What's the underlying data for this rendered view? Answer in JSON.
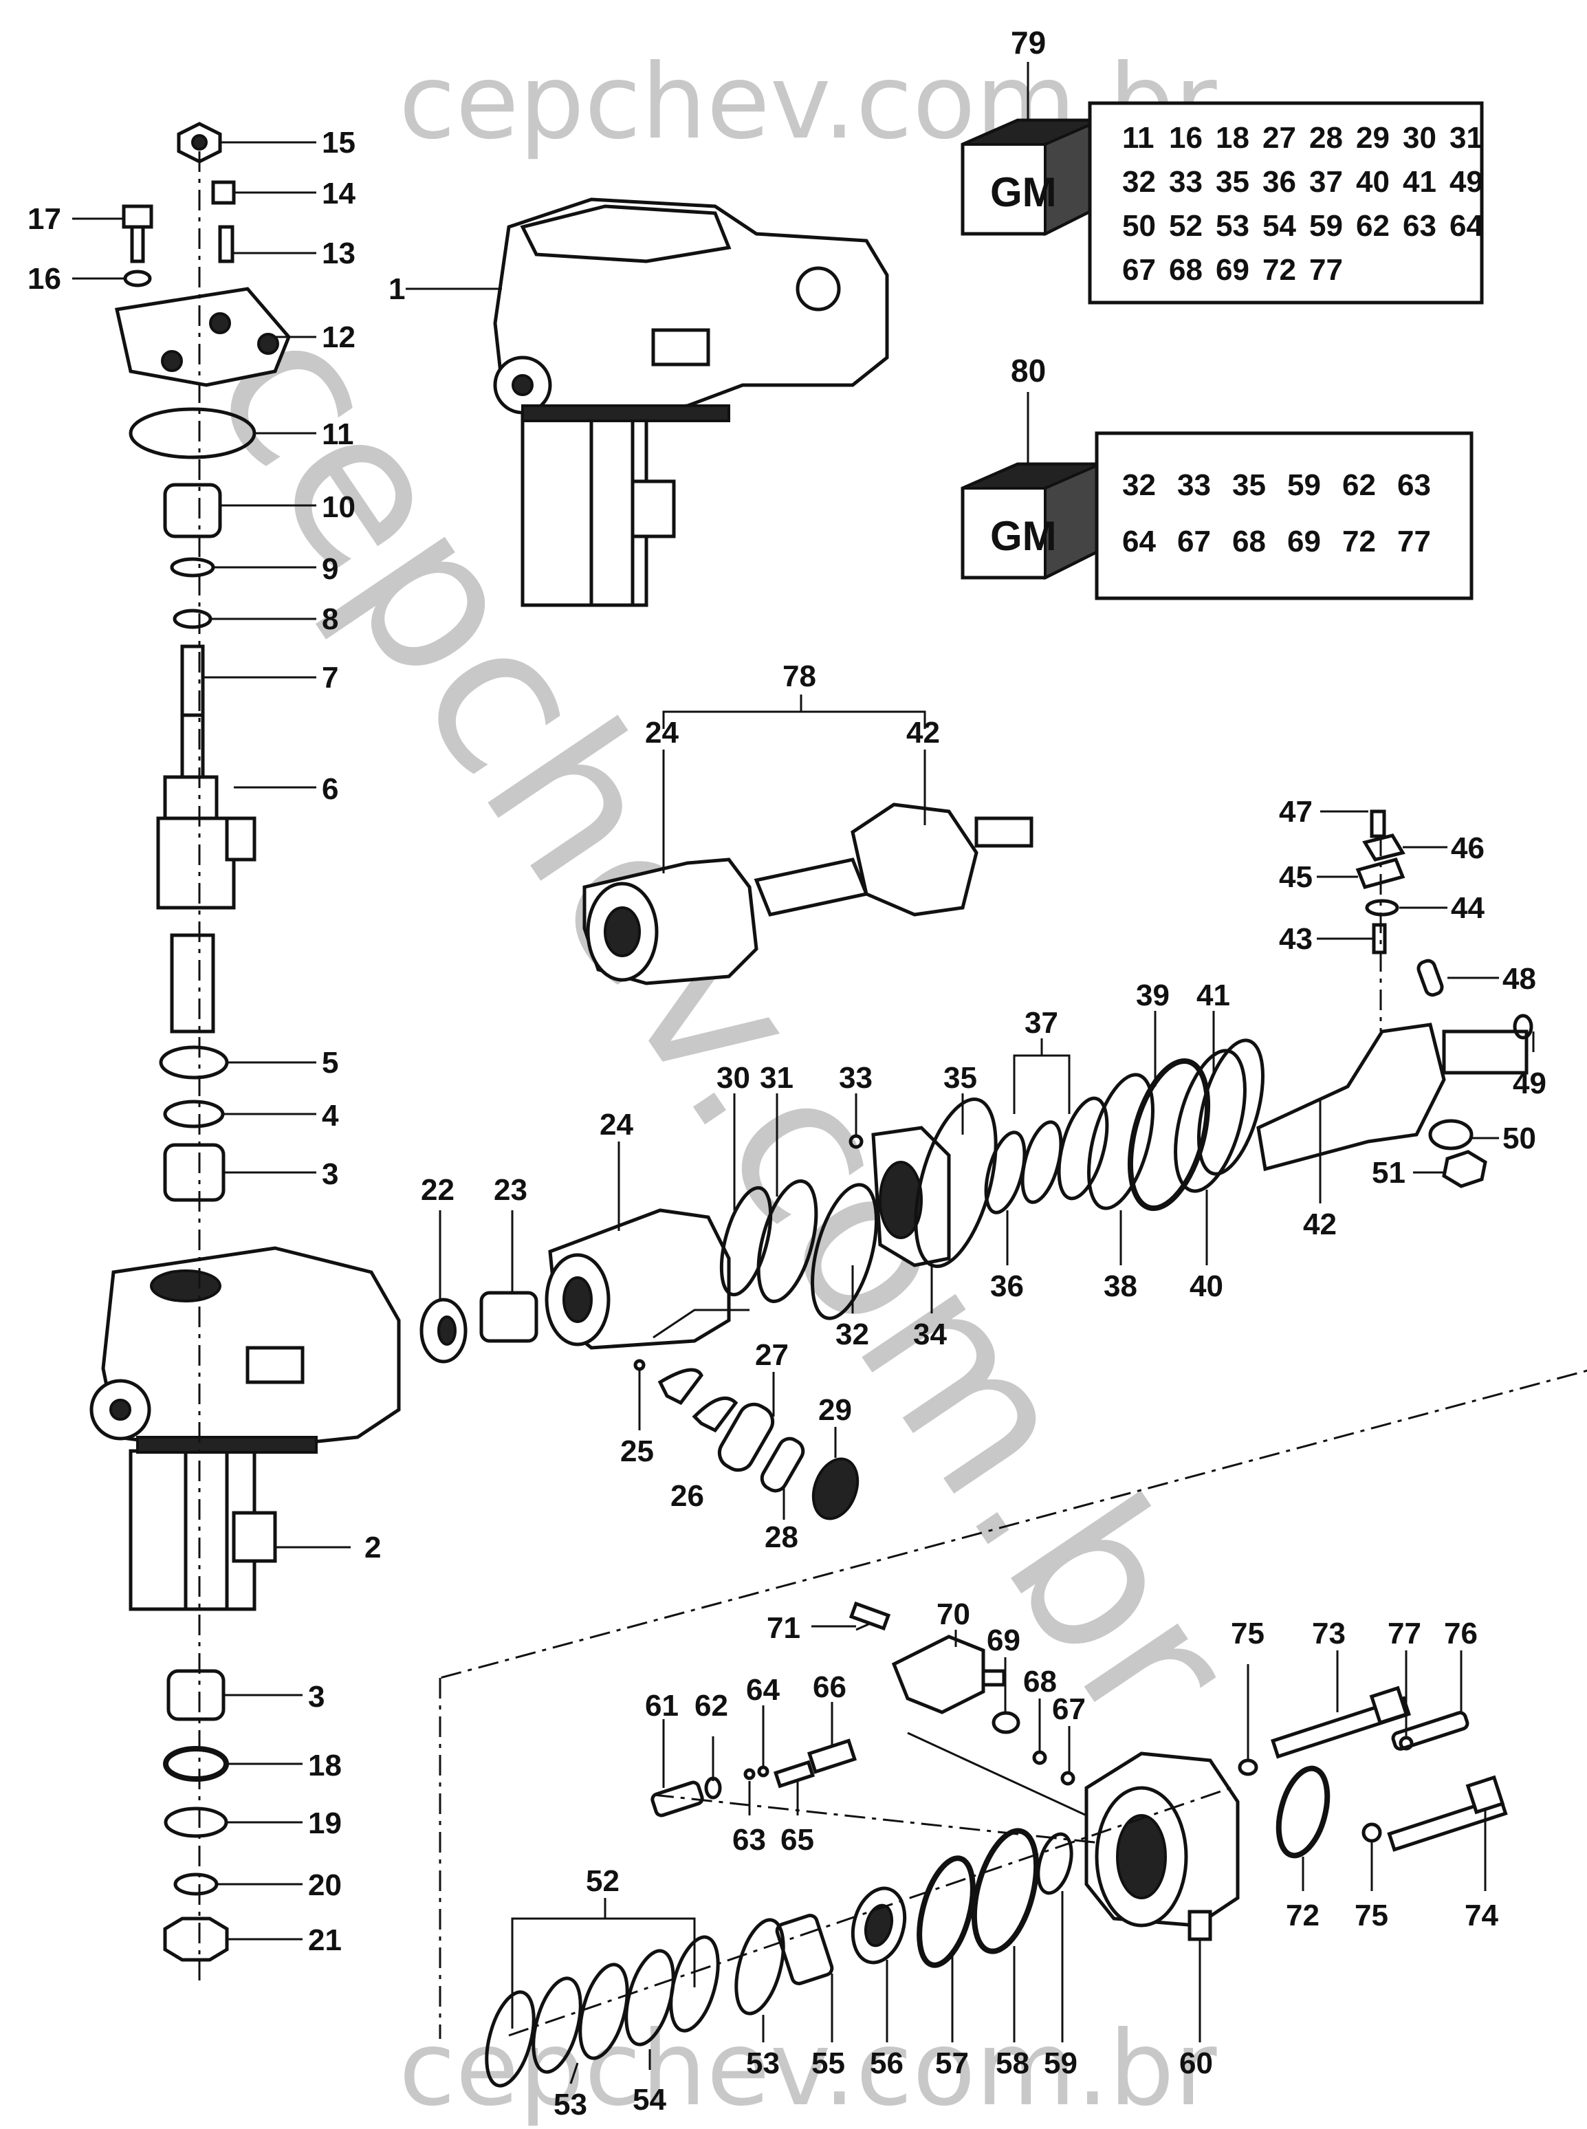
{
  "watermark": {
    "top": "cepchev.com.br",
    "bottom": "cepchev.com.br",
    "diagonal": "cepchev.com.br",
    "color": "#c8c8c8"
  },
  "kits": [
    {
      "number": "79",
      "logo_text": "GM",
      "parts": [
        [
          "11",
          "16",
          "18",
          "27",
          "28",
          "29",
          "30",
          "31"
        ],
        [
          "32",
          "33",
          "35",
          "36",
          "37",
          "40",
          "41",
          "49"
        ],
        [
          "50",
          "52",
          "53",
          "54",
          "59",
          "62",
          "63",
          "64"
        ],
        [
          "67",
          "68",
          "69",
          "72",
          "77"
        ]
      ]
    },
    {
      "number": "80",
      "logo_text": "GM",
      "parts": [
        [
          "32",
          "33",
          "35",
          "59",
          "62",
          "63"
        ],
        [
          "64",
          "67",
          "68",
          "69",
          "72",
          "77"
        ]
      ]
    }
  ],
  "callouts": {
    "c1": "1",
    "c2": "2",
    "c3a": "3",
    "c3b": "3",
    "c4": "4",
    "c5": "5",
    "c6": "6",
    "c7": "7",
    "c8": "8",
    "c9": "9",
    "c10": "10",
    "c11": "11",
    "c12": "12",
    "c13": "13",
    "c14": "14",
    "c15": "15",
    "c16": "16",
    "c17": "17",
    "c18": "18",
    "c19": "19",
    "c20": "20",
    "c21": "21",
    "c22": "22",
    "c23": "23",
    "c24a": "24",
    "c24b": "24",
    "c25": "25",
    "c26": "26",
    "c27": "27",
    "c28": "28",
    "c29": "29",
    "c30": "30",
    "c31": "31",
    "c32": "32",
    "c33": "33",
    "c34": "34",
    "c35": "35",
    "c36": "36",
    "c37": "37",
    "c38": "38",
    "c39": "39",
    "c40": "40",
    "c41": "41",
    "c42a": "42",
    "c42b": "42",
    "c43": "43",
    "c44": "44",
    "c45": "45",
    "c46": "46",
    "c47": "47",
    "c48": "48",
    "c49": "49",
    "c50": "50",
    "c51": "51",
    "c52": "52",
    "c53a": "53",
    "c53b": "53",
    "c54": "54",
    "c55": "55",
    "c56": "56",
    "c57": "57",
    "c58": "58",
    "c59": "59",
    "c60": "60",
    "c61": "61",
    "c62": "62",
    "c63": "63",
    "c64": "64",
    "c65": "65",
    "c66": "66",
    "c67": "67",
    "c68": "68",
    "c69": "69",
    "c70": "70",
    "c71": "71",
    "c72": "72",
    "c73": "73",
    "c74": "74",
    "c75a": "75",
    "c75b": "75",
    "c76": "76",
    "c77": "77",
    "c78": "78"
  }
}
